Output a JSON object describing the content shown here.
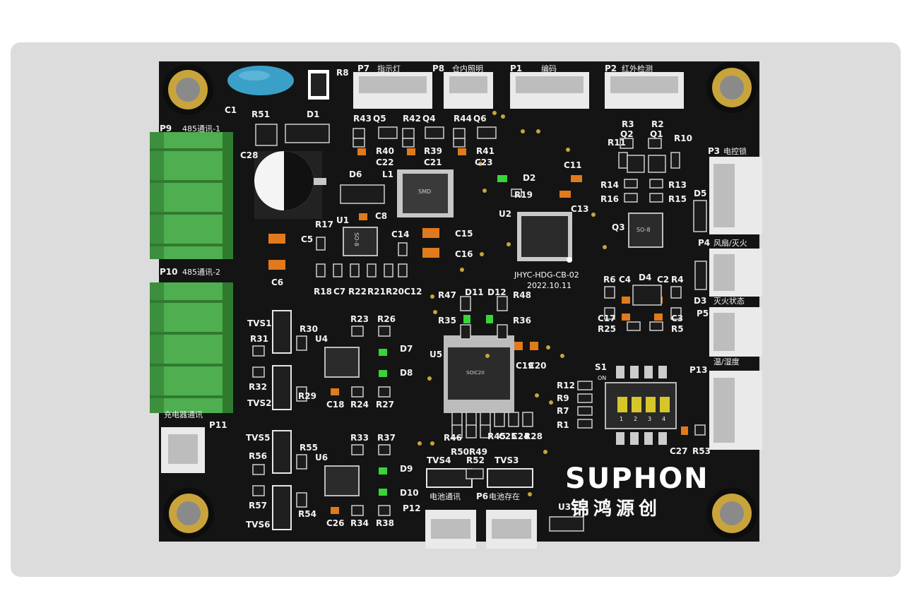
{
  "board": {
    "id": "JHYC-HDG-CB-02",
    "date": "2022.10.11",
    "brand": "SUPHON",
    "brand_cn": "锦鸿源创"
  },
  "connectors": [
    {
      "ref": "P7",
      "name": "指示灯"
    },
    {
      "ref": "P8",
      "name": "仓内照明"
    },
    {
      "ref": "P1",
      "name": "编码"
    },
    {
      "ref": "P2",
      "name": "红外检测"
    },
    {
      "ref": "P9",
      "name": "485通讯-1"
    },
    {
      "ref": "P10",
      "name": "485通讯-2"
    },
    {
      "ref": "P3",
      "name": "电控锁"
    },
    {
      "ref": "P4",
      "name": "风扇/灭火"
    },
    {
      "ref": "P5",
      "name": "灭火状态"
    },
    {
      "ref": "P13",
      "name": "温/湿度"
    },
    {
      "ref": "P11",
      "name": "充电器通讯"
    },
    {
      "ref": "P12",
      "name": "电池通讯"
    },
    {
      "ref": "P6",
      "name": "电池存在"
    }
  ],
  "labels": {
    "C1": "C1",
    "R8": "R8",
    "R51": "R51",
    "D1": "D1",
    "C28": "C28",
    "R43": "R43",
    "Q5": "Q5",
    "R42": "R42",
    "Q4": "Q4",
    "R44": "R44",
    "Q6": "Q6",
    "R40": "R40",
    "R39": "R39",
    "R41": "R41",
    "C22": "C22",
    "C21": "C21",
    "C23": "C23",
    "D6": "D6",
    "L1": "L1",
    "C8": "C8",
    "R17": "R17",
    "U1": "U1",
    "C5": "C5",
    "C6": "C6",
    "C14": "C14",
    "C15": "C15",
    "C16": "C16",
    "R18": "R18",
    "C7": "C7",
    "R22": "R22",
    "R21": "R21",
    "R20": "R20",
    "C12": "C12",
    "D2": "D2",
    "R19": "R19",
    "C11": "C11",
    "C13": "C13",
    "U2": "U2",
    "R3": "R3",
    "Q2": "Q2",
    "R2": "R2",
    "Q1": "Q1",
    "R11": "R11",
    "R10": "R10",
    "R14": "R14",
    "R13": "R13",
    "R16": "R16",
    "R15": "R15",
    "D5": "D5",
    "Q3": "Q3",
    "R6": "R6",
    "C4": "C4",
    "D4": "D4",
    "C2": "C2",
    "R4": "R4",
    "D3": "D3",
    "C17": "C17",
    "C3": "C3",
    "R25": "R25",
    "R5": "R5",
    "R47": "R47",
    "D11": "D11",
    "D12": "D12",
    "R48": "R48",
    "R35": "R35",
    "R36": "R36",
    "TVS1": "TVS1",
    "R30": "R30",
    "R31": "R31",
    "U4": "U4",
    "R23": "R23",
    "R26": "R26",
    "D7": "D7",
    "D8": "D8",
    "R32": "R32",
    "R29": "R29",
    "TVS2": "TVS2",
    "C18": "C18",
    "R24": "R24",
    "R27": "R27",
    "U5": "U5",
    "C19": "C19",
    "C20": "C20",
    "S1": "S1",
    "R12": "R12",
    "R9": "R9",
    "R7": "R7",
    "R1": "R1",
    "C27": "C27",
    "R53": "R53",
    "R46": "R46",
    "R50": "R50",
    "R49": "R49",
    "R45": "R45",
    "C25": "C25",
    "C24": "C24",
    "R28": "R28",
    "TVS5": "TVS5",
    "R55": "R55",
    "R33": "R33",
    "R37": "R37",
    "R56": "R56",
    "U6": "U6",
    "D9": "D9",
    "D10": "D10",
    "R57": "R57",
    "R54": "R54",
    "TVS6": "TVS6",
    "C26": "C26",
    "R34": "R34",
    "R38": "R38",
    "TVS4": "TVS4",
    "R52": "R52",
    "TVS3": "TVS3",
    "U3": "U3",
    "ON": "ON",
    "dip1": "1",
    "dip2": "2",
    "dip3": "3",
    "dip4": "4"
  },
  "chip_marks": {
    "so8": "SO-8",
    "smd": "SMD",
    "soic": "SOIC20"
  }
}
